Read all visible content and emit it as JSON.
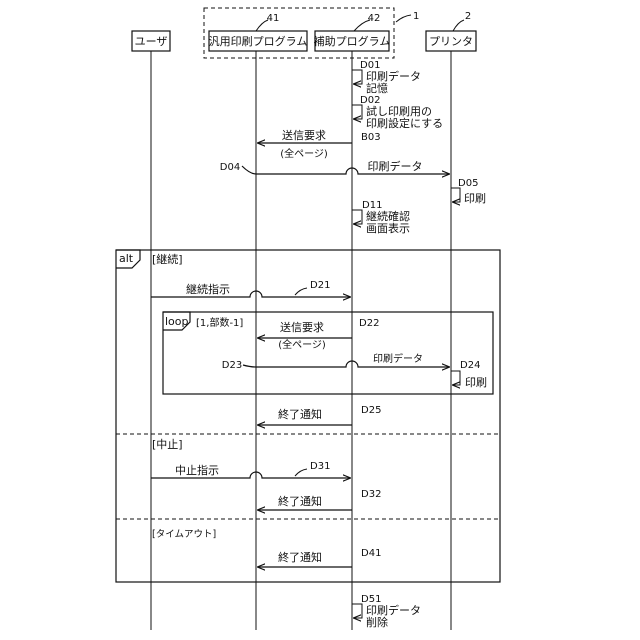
{
  "ref_numbers": {
    "r41": "41",
    "r42": "42",
    "r1": "1",
    "r2": "2"
  },
  "participants": {
    "user": "ユーザ",
    "general_print_program": "汎用印刷プログラム",
    "auxiliary_program": "補助プログラム",
    "printer": "プリンタ"
  },
  "steps": {
    "d01": {
      "id": "D01",
      "line1": "印刷データ",
      "line2": "記憶"
    },
    "d02": {
      "id": "D02",
      "line1": "試し印刷用の",
      "line2": "印刷設定にする"
    },
    "b03": {
      "id": "B03",
      "line1": "送信要求",
      "line2": "(全ページ)"
    },
    "d04": {
      "id": "D04",
      "label": "印刷データ"
    },
    "d05": {
      "id": "D05",
      "label": "印刷"
    },
    "d11": {
      "id": "D11",
      "line1": "継続確認",
      "line2": "画面表示"
    }
  },
  "alt_frame": {
    "tag": "alt",
    "guard_continue": "[継続]",
    "d21": {
      "id": "D21",
      "label": "継続指示"
    },
    "loop": {
      "tag": "loop",
      "guard": "[1,部数-1]",
      "d22": {
        "id": "D22",
        "line1": "送信要求",
        "line2": "(全ページ)"
      },
      "d23": {
        "id": "D23",
        "label": "印刷データ"
      },
      "d24": {
        "id": "D24",
        "label": "印刷"
      }
    },
    "d25": {
      "id": "D25",
      "label": "終了通知"
    },
    "guard_cancel": "[中止]",
    "d31": {
      "id": "D31",
      "label": "中止指示"
    },
    "d32": {
      "id": "D32",
      "label": "終了通知"
    },
    "guard_timeout": "[タイムアウト]",
    "d41": {
      "id": "D41",
      "label": "終了通知"
    }
  },
  "d51": {
    "id": "D51",
    "line1": "印刷データ",
    "line2": "削除"
  }
}
